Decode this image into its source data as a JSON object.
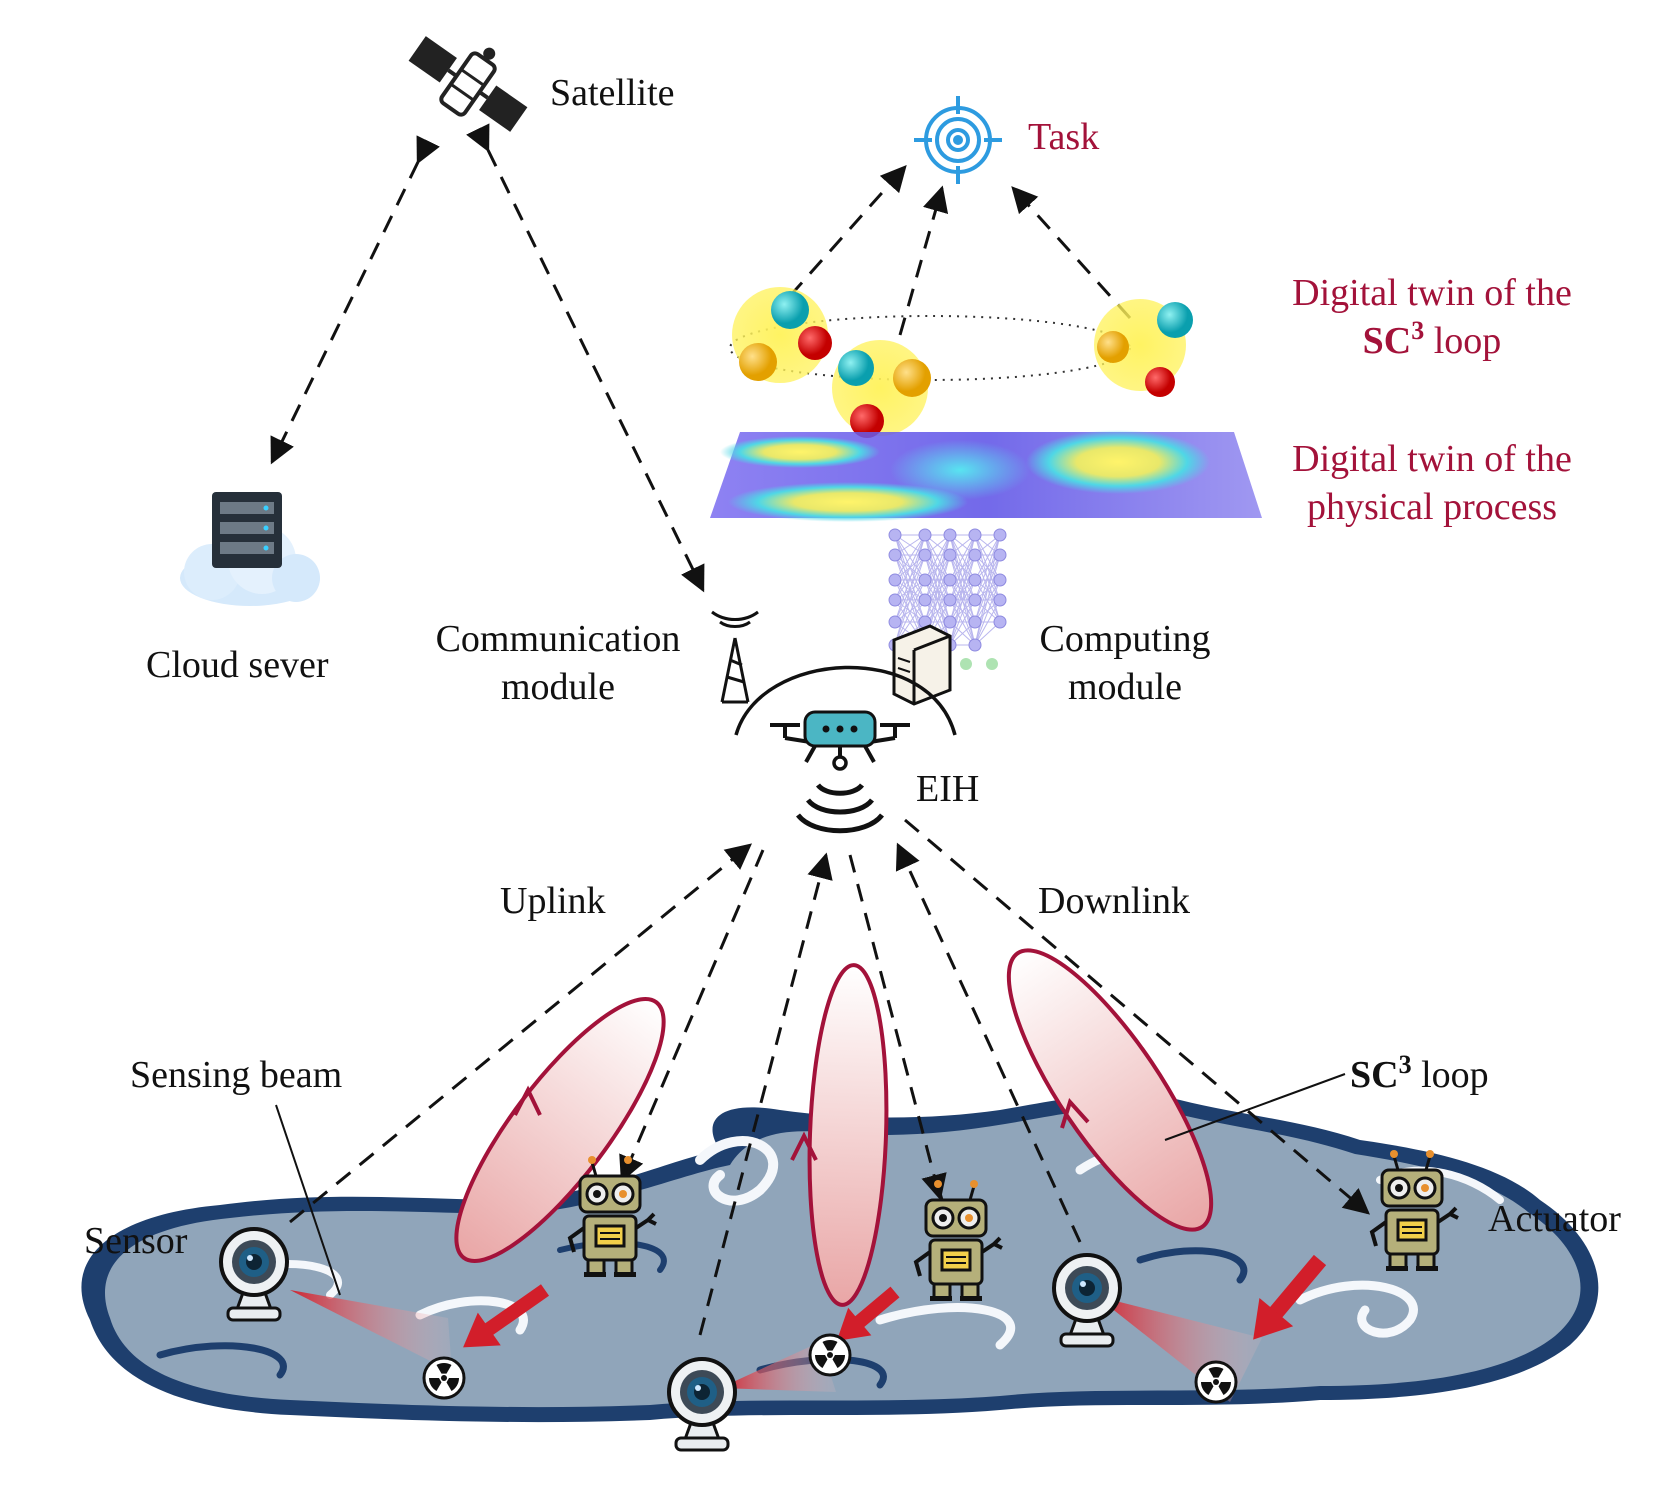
{
  "labels": {
    "satellite": "Satellite",
    "task": "Task",
    "cloud_server": "Cloud sever",
    "communication_module": [
      "Communication",
      "module"
    ],
    "computing_module": [
      "Computing",
      "module"
    ],
    "eih": "EIH",
    "dt_loop": {
      "line1": "Digital twin of the",
      "sc": "SC",
      "sup": "3",
      "tail": " loop"
    },
    "dt_physical": [
      "Digital twin of the",
      "physical process"
    ],
    "uplink": "Uplink",
    "downlink": "Downlink",
    "sensing_beam": "Sensing beam",
    "sensor": "Sensor",
    "actuator": "Actuator",
    "sc3_loop": {
      "sc": "SC",
      "sup": "3",
      "tail": " loop"
    }
  },
  "icons": [
    "satellite-icon",
    "target-icon",
    "cloud-server-icon",
    "antenna-tower-icon",
    "server-tower-icon",
    "neural-network-icon",
    "drone-icon",
    "camera-icon",
    "robot-icon",
    "hazard-icon"
  ],
  "colors": {
    "label_red": "#a3123a",
    "loop_outline": "#a3123a",
    "water": "#8fa4b8",
    "water_edge": "#1e3f6e",
    "drone_body": "#4bb6c4",
    "robot_body": "#b5b07a"
  }
}
